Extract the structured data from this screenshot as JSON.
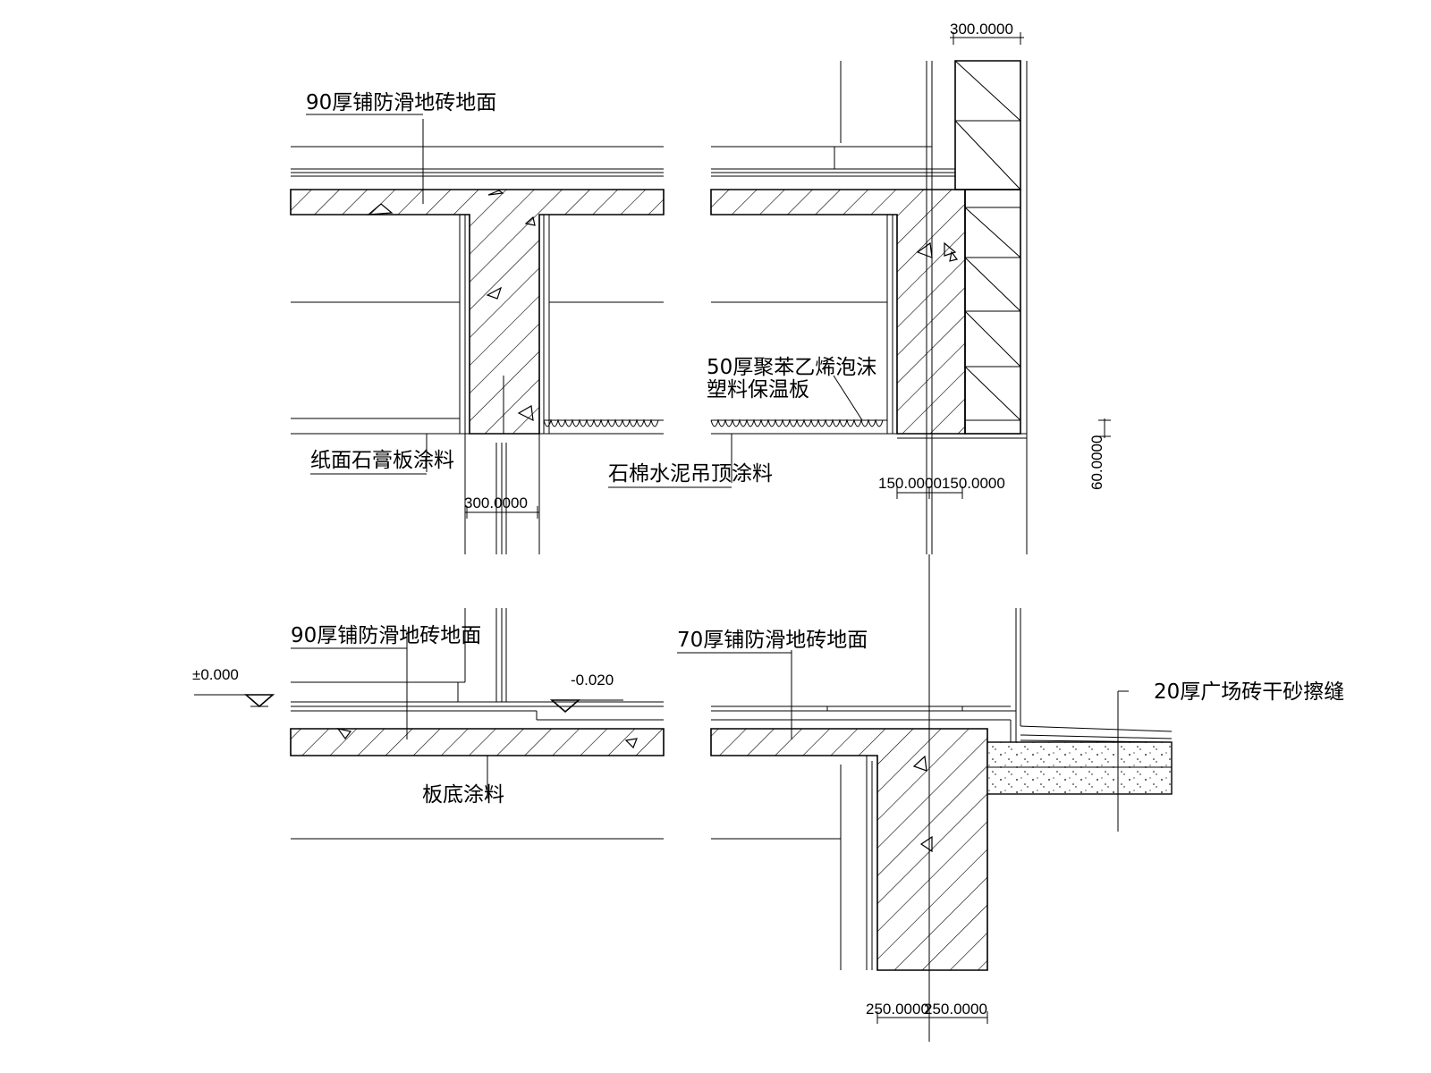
{
  "labels": {
    "floor_top_left": "90厚铺防滑地砖地面",
    "gypsum": "纸面石膏板涂料",
    "asbestos": "石棉水泥吊顶涂料",
    "eps_line1": "50厚聚苯乙烯泡沫",
    "eps_line2": "塑料保温板",
    "floor_bottom_left": "90厚铺防滑地砖地面",
    "floor_bottom_right": "70厚铺防滑地砖地面",
    "plaza_brick": "20厚广场砖干砂擦缝",
    "slab_bottom": "板底涂料"
  },
  "levels": {
    "zero": "±0.000",
    "minus": "-0.020"
  },
  "dimensions": {
    "top_right": "300.0000",
    "mid_left": "300.0000",
    "mid_right": "150.0000150.0000",
    "vertical": "60.0000",
    "bottom_left": "250.0000",
    "bottom_right": "250.0000"
  }
}
